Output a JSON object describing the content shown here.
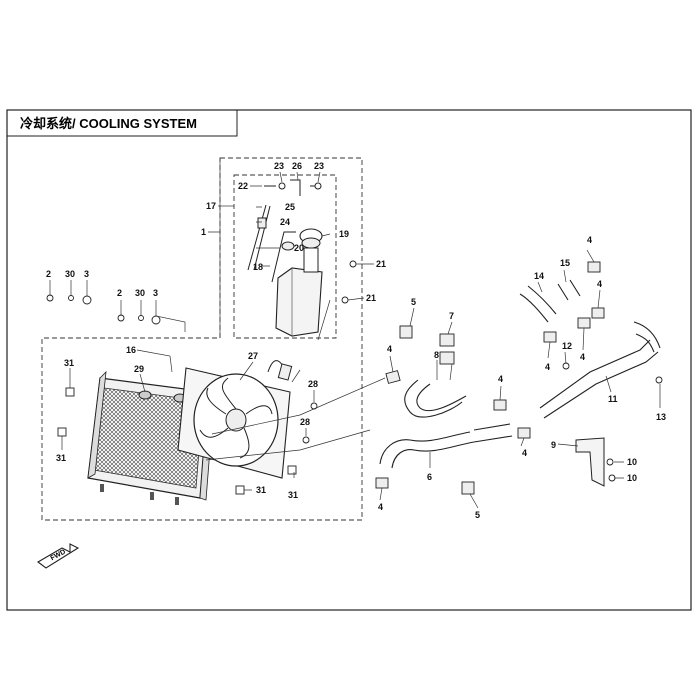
{
  "header": {
    "title": "冷却系统/ COOLING SYSTEM"
  },
  "fwd_label": "FWD",
  "callouts": [
    {
      "id": "c1",
      "label": "1"
    },
    {
      "id": "c2a",
      "label": "2"
    },
    {
      "id": "c2b",
      "label": "2"
    },
    {
      "id": "c3a",
      "label": "3"
    },
    {
      "id": "c3b",
      "label": "3"
    },
    {
      "id": "c4a",
      "label": "4"
    },
    {
      "id": "c4b",
      "label": "4"
    },
    {
      "id": "c4c",
      "label": "4"
    },
    {
      "id": "c4d",
      "label": "4"
    },
    {
      "id": "c4e",
      "label": "4"
    },
    {
      "id": "c4f",
      "label": "4"
    },
    {
      "id": "c4g",
      "label": "4"
    },
    {
      "id": "c4h",
      "label": "4"
    },
    {
      "id": "c5a",
      "label": "5"
    },
    {
      "id": "c5b",
      "label": "5"
    },
    {
      "id": "c6",
      "label": "6"
    },
    {
      "id": "c7",
      "label": "7"
    },
    {
      "id": "c8",
      "label": "8"
    },
    {
      "id": "c9",
      "label": "9"
    },
    {
      "id": "c10a",
      "label": "10"
    },
    {
      "id": "c10b",
      "label": "10"
    },
    {
      "id": "c11",
      "label": "11"
    },
    {
      "id": "c12",
      "label": "12"
    },
    {
      "id": "c13",
      "label": "13"
    },
    {
      "id": "c14",
      "label": "14"
    },
    {
      "id": "c15",
      "label": "15"
    },
    {
      "id": "c16",
      "label": "16"
    },
    {
      "id": "c17",
      "label": "17"
    },
    {
      "id": "c18",
      "label": "18"
    },
    {
      "id": "c19",
      "label": "19"
    },
    {
      "id": "c20",
      "label": "20"
    },
    {
      "id": "c21a",
      "label": "21"
    },
    {
      "id": "c21b",
      "label": "21"
    },
    {
      "id": "c22",
      "label": "22"
    },
    {
      "id": "c23a",
      "label": "23"
    },
    {
      "id": "c23b",
      "label": "23"
    },
    {
      "id": "c24",
      "label": "24"
    },
    {
      "id": "c25",
      "label": "25"
    },
    {
      "id": "c26",
      "label": "26"
    },
    {
      "id": "c27",
      "label": "27"
    },
    {
      "id": "c28a",
      "label": "28"
    },
    {
      "id": "c28b",
      "label": "28"
    },
    {
      "id": "c29",
      "label": "29"
    },
    {
      "id": "c30a",
      "label": "30"
    },
    {
      "id": "c30b",
      "label": "30"
    },
    {
      "id": "c31a",
      "label": "31"
    },
    {
      "id": "c31b",
      "label": "31"
    },
    {
      "id": "c31c",
      "label": "31"
    },
    {
      "id": "c31d",
      "label": "31"
    }
  ]
}
